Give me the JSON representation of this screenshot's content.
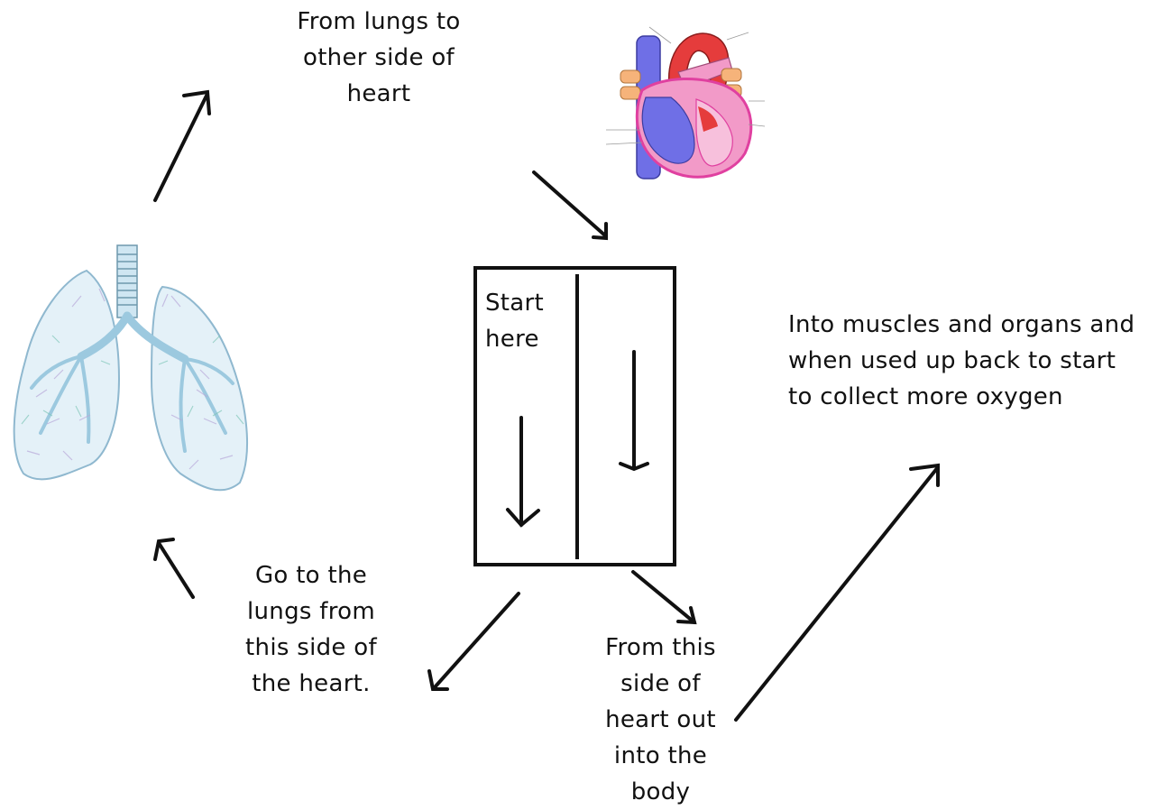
{
  "labels": {
    "lungs_to_heart": [
      "From lungs to",
      "other side of",
      "heart"
    ],
    "start_here": [
      "Start",
      "here"
    ],
    "muscles_organs": [
      "Into muscles and organs and",
      "when used up back to start",
      "to collect more oxygen"
    ],
    "go_to_lungs": [
      "Go to the",
      "lungs from",
      "this side of",
      "the heart."
    ],
    "out_to_body": [
      "From this",
      "side of",
      "heart out",
      "into the",
      "body"
    ]
  },
  "colors": {
    "ink": "#111111",
    "lung_blue": "#a9d4ea",
    "heart_red": "#e53c3c",
    "heart_pink": "#f29ac8",
    "heart_blue": "#6f6fe6",
    "heart_orange": "#f6b37a",
    "heart_magenta": "#e040a0"
  },
  "icons": [
    "lungs-icon",
    "heart-icon"
  ]
}
